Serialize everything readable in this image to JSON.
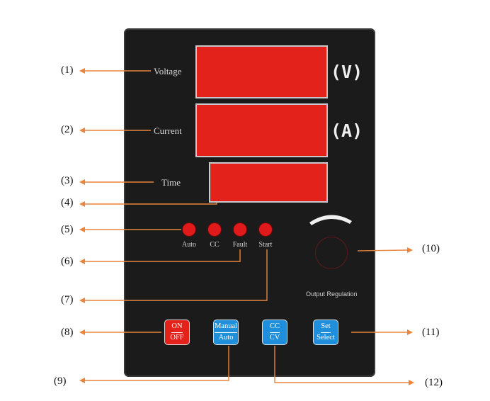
{
  "callouts": [
    "(1)",
    "(2)",
    "(3)",
    "(4)",
    "(5)",
    "(6)",
    "(7)",
    "(8)",
    "(9)",
    "(10)",
    "(11)",
    "(12)"
  ],
  "panel": {
    "voltage_label": "Voltage",
    "current_label": "Current",
    "time_label": "Time",
    "voltage_unit": "(V)",
    "current_unit": "(A)",
    "indicators": [
      "Auto",
      "CC",
      "Fault",
      "Start"
    ],
    "knob_label": "Output Regulation",
    "buttons": [
      {
        "top": "ON",
        "bottom": "OFF"
      },
      {
        "top": "Manual",
        "bottom": "Auto"
      },
      {
        "top": "CC",
        "bottom": "CV"
      },
      {
        "top": "Set",
        "bottom": "Select"
      }
    ]
  },
  "colors": {
    "panel": "#1b1b1b",
    "display": "#e3221c",
    "led": "#e01a1a",
    "onoff_button": "#e3221c",
    "mode_buttons": "#1f8fdb",
    "callout_line": "#e8843c"
  }
}
